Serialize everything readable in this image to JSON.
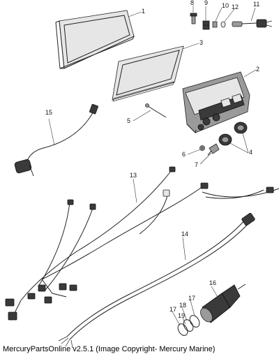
{
  "caption": "MercuryPartsOnline v2.5.1 (Image Copyright- Mercury Marine)",
  "callouts": [
    "1",
    "2",
    "3",
    "4",
    "5",
    "6",
    "7",
    "8",
    "9",
    "10",
    "11",
    "12",
    "13",
    "14",
    "15",
    "16",
    "17",
    "18",
    "19"
  ]
}
